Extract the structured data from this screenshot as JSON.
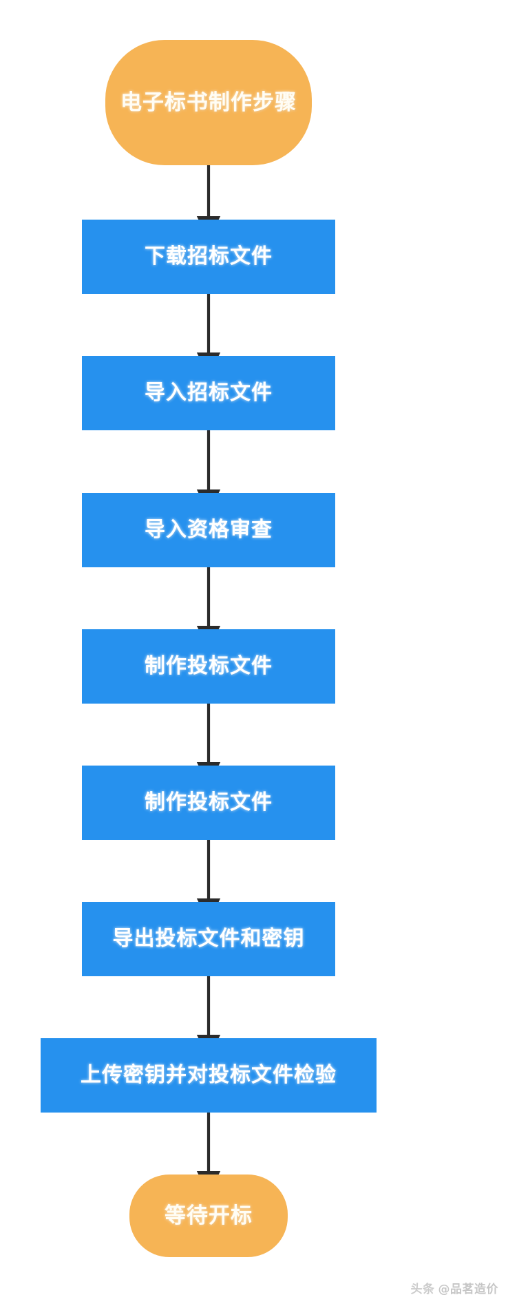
{
  "diagram": {
    "title": "电子标书制作步骤",
    "orientation": "vertical-top-to-bottom",
    "colors": {
      "terminator_fill": "#F6B455",
      "process_fill": "#2691EE",
      "label_text": "#FFFFFF",
      "connector": "#2B2B2B",
      "background": "#FFFFFF",
      "watermark": "#BDBDBD"
    },
    "nodes": [
      {
        "id": "n1",
        "shape": "terminator",
        "label": "电子标书制作步骤"
      },
      {
        "id": "n2",
        "shape": "process",
        "label": "下载招标文件"
      },
      {
        "id": "n3",
        "shape": "process",
        "label": "导入招标文件"
      },
      {
        "id": "n4",
        "shape": "process",
        "label": "导入资格审查"
      },
      {
        "id": "n5",
        "shape": "process",
        "label": "制作投标文件"
      },
      {
        "id": "n6",
        "shape": "process",
        "label": "制作投标文件"
      },
      {
        "id": "n7",
        "shape": "process",
        "label": "导出投标文件和密钥"
      },
      {
        "id": "n8",
        "shape": "process",
        "label": "上传密钥并对投标文件检验"
      },
      {
        "id": "n9",
        "shape": "terminator",
        "label": "等待开标"
      }
    ],
    "edges": [
      {
        "from": "n1",
        "to": "n2",
        "arrow": "down-arrow-icon"
      },
      {
        "from": "n2",
        "to": "n3",
        "arrow": "down-arrow-icon"
      },
      {
        "from": "n3",
        "to": "n4",
        "arrow": "down-arrow-icon"
      },
      {
        "from": "n4",
        "to": "n5",
        "arrow": "down-arrow-icon"
      },
      {
        "from": "n5",
        "to": "n6",
        "arrow": "down-arrow-icon"
      },
      {
        "from": "n6",
        "to": "n7",
        "arrow": "down-arrow-icon"
      },
      {
        "from": "n7",
        "to": "n8",
        "arrow": "down-arrow-icon"
      },
      {
        "from": "n8",
        "to": "n9",
        "arrow": "down-arrow-icon"
      }
    ]
  },
  "watermark": {
    "brand": "头条",
    "handle": "@品茗造价"
  }
}
